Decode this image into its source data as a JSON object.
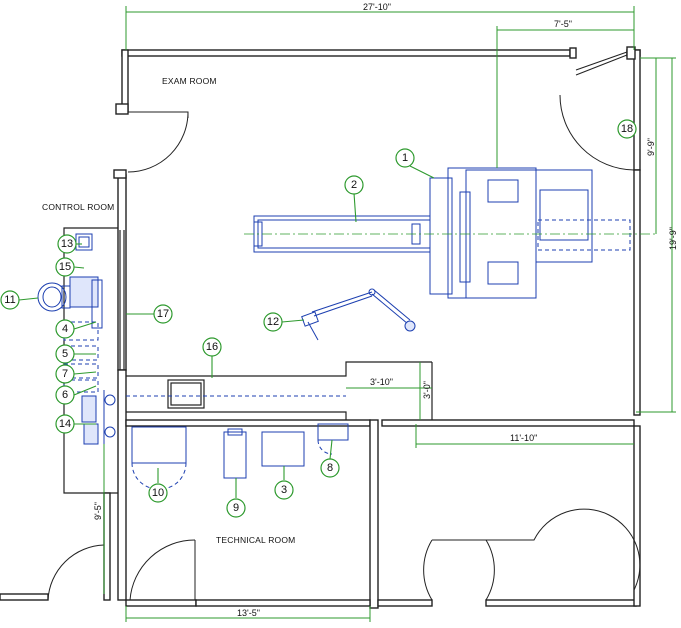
{
  "rooms": {
    "exam": "EXAM ROOM",
    "control": "CONTROL ROOM",
    "technical": "TECHNICAL ROOM"
  },
  "dimensions": {
    "overall_width": "27'-10\"",
    "gantry_offset": "7'-5\"",
    "upper_height": "9'-9\"",
    "overall_height": "19'-9\"",
    "counter_length": "3'-10\"",
    "counter_depth": "3'-0\"",
    "tech_width_right": "11'-10\"",
    "control_height": "9'-5\"",
    "tech_width_bottom": "13'-5\""
  },
  "callouts": [
    "1",
    "2",
    "3",
    "4",
    "5",
    "6",
    "7",
    "8",
    "9",
    "10",
    "11",
    "12",
    "13",
    "14",
    "15",
    "16",
    "17",
    "18"
  ],
  "colors": {
    "dimension": "#2e9a2e",
    "equipment": "#1c3fb0",
    "wall": "#222222"
  }
}
